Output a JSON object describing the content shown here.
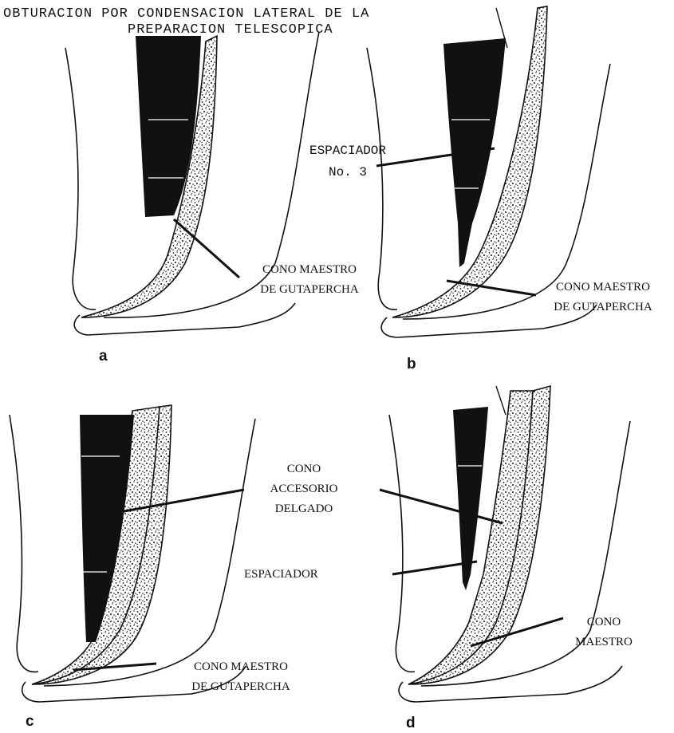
{
  "title": {
    "line1": "OBTURACION POR CONDENSACION LATERAL DE LA",
    "line2": "PREPARACION TELESCOPICA"
  },
  "panels": {
    "a": {
      "letter": "a",
      "label1": "CONO MAESTRO",
      "label2": "DE GUTAPERCHA"
    },
    "b": {
      "letter": "b",
      "spacer1": "ESPACIADOR",
      "spacer2": "No. 3",
      "cone1": "CONO MAESTRO",
      "cone2": "DE GUTAPERCHA"
    },
    "c": {
      "letter": "c",
      "acc1": "CONO",
      "acc2": "ACCESORIO",
      "acc3": "DELGADO",
      "spacer": "ESPACIADOR",
      "cone1": "CONO MAESTRO",
      "cone2": "DE GUTAPERCHA"
    },
    "d": {
      "letter": "d",
      "cone1": "CONO",
      "cone2": "MAESTRO"
    }
  },
  "colors": {
    "ink": "#111111",
    "background": "#ffffff"
  }
}
